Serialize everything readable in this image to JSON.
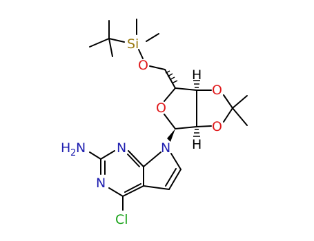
{
  "molecule": {
    "atoms": {
      "si": {
        "label": "Si",
        "color": "#9a7a10"
      },
      "o_silyl": {
        "label": "O",
        "color": "#e0191b"
      },
      "o_ring": {
        "label": "O",
        "color": "#e0191b"
      },
      "o_diol_top": {
        "label": "O",
        "color": "#e0191b"
      },
      "o_diol_bottom": {
        "label": "O",
        "color": "#e0191b"
      },
      "h_top": {
        "label": "H",
        "color": "#000000"
      },
      "h_bottom": {
        "label": "H",
        "color": "#000000"
      },
      "n_pyrrole": {
        "label": "N",
        "color": "#1f1fb0"
      },
      "n_upper": {
        "label": "N",
        "color": "#1f1fb0"
      },
      "n_lower": {
        "label": "N",
        "color": "#1f1fb0"
      },
      "nh2": {
        "label": "H",
        "sub": "2",
        "n": "N",
        "color": "#1f1fb0"
      },
      "cl": {
        "label": "Cl",
        "color": "#1aa31a"
      }
    }
  }
}
